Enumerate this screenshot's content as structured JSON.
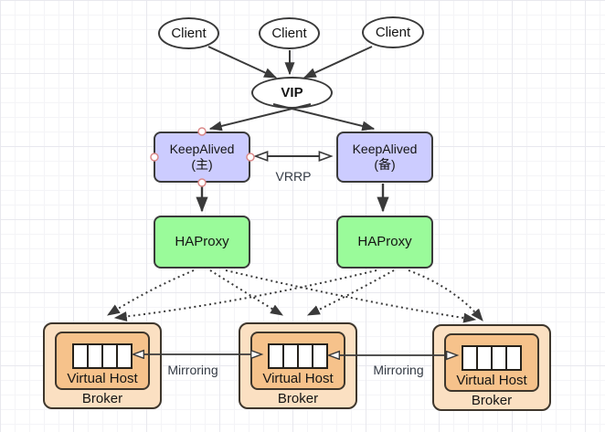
{
  "diagram": {
    "clients": [
      "Client",
      "Client",
      "Client"
    ],
    "vip": {
      "label": "VIP"
    },
    "keepalived_master": {
      "line1": "KeepAlived",
      "line2": "(主)"
    },
    "keepalived_backup": {
      "line1": "KeepAlived",
      "line2": "(备)"
    },
    "haproxy_left": {
      "label": "HAProxy"
    },
    "haproxy_right": {
      "label": "HAProxy"
    },
    "brokers": [
      {
        "virtual_host": "Virtual Host",
        "label": "Broker",
        "queue_cells": 4
      },
      {
        "virtual_host": "Virtual Host",
        "label": "Broker",
        "queue_cells": 4
      },
      {
        "virtual_host": "Virtual Host",
        "label": "Broker",
        "queue_cells": 4
      }
    ],
    "edge_labels": {
      "vrrp": "VRRP",
      "mirroring_left": "Mirroring",
      "mirroring_right": "Mirroring"
    },
    "colors": {
      "keepalived_fill": "#CCCCFF",
      "haproxy_fill": "#9AFB9A",
      "broker_outer_fill": "#FBE0C2",
      "broker_inner_fill": "#F6C28B",
      "queue_fill": "#FFFFFF",
      "stroke": "#3A3A3A",
      "selection_handle_stroke": "#DB8A8A"
    }
  }
}
